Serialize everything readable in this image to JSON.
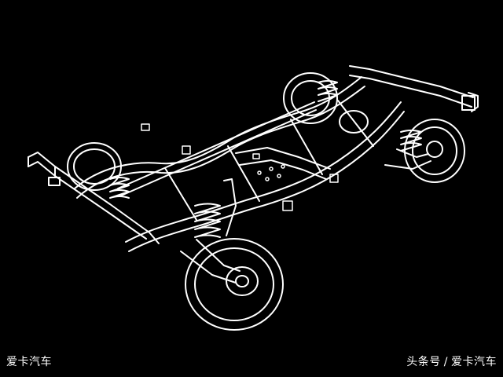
{
  "watermark": {
    "left": "爱卡汽车",
    "right_platform": "头条号",
    "right_separator": "/",
    "right_brand": "爱卡汽车"
  },
  "colors": {
    "background": "#000000",
    "line": "#ffffff"
  }
}
